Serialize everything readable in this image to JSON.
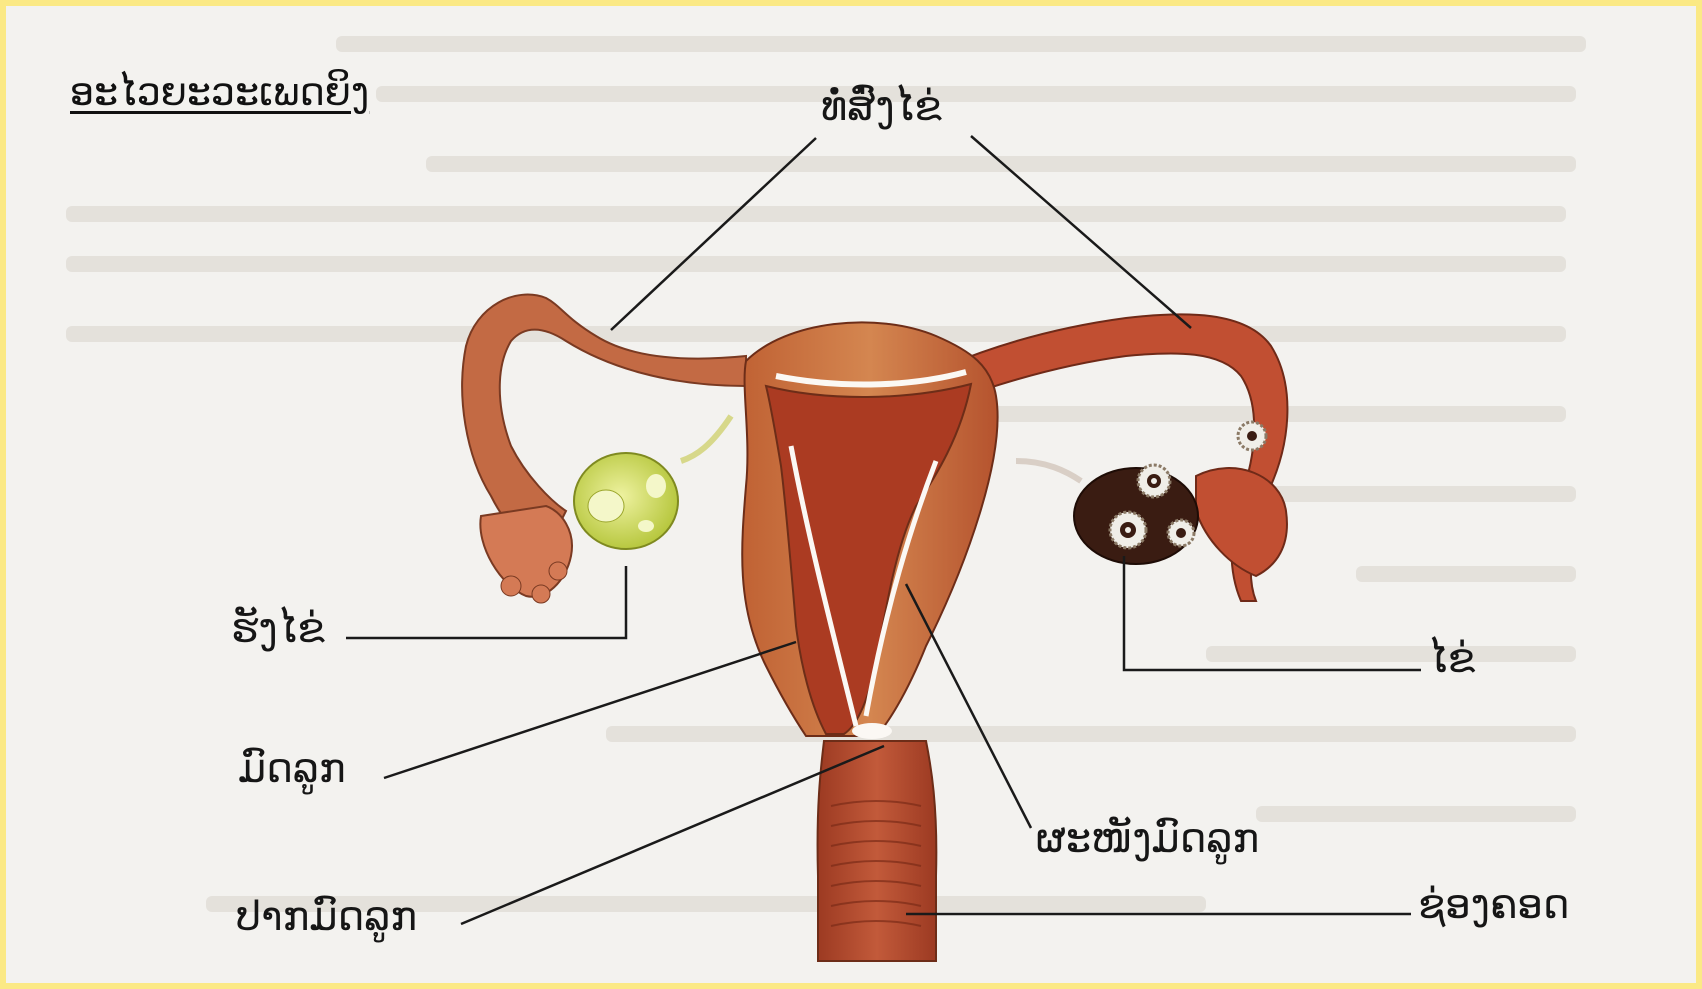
{
  "diagram": {
    "title": "ອະໄວຍະວະເພດຍິງ",
    "labels": {
      "fallopian_tube": "ທໍ່ສົ່ງໄຂ່",
      "ovary": "ຮັງໄຂ່",
      "egg": "ໄຂ່",
      "uterus": "ມົດລູກ",
      "uterine_wall": "ຜະໜັງມົດລູກ",
      "cervix": "ປາກມົດລູກ",
      "vagina": "ຊ່ອງຄອດ"
    },
    "colors": {
      "page_border": "#fbe985",
      "paper": "#f3f2ef",
      "muscle": "#b8552f",
      "muscle_light": "#d98a56",
      "cavity": "#a8341f",
      "ovary_left": "#c8d84a",
      "ovary_right": "#3a1c12",
      "leader_line": "#1a1a1a"
    }
  }
}
